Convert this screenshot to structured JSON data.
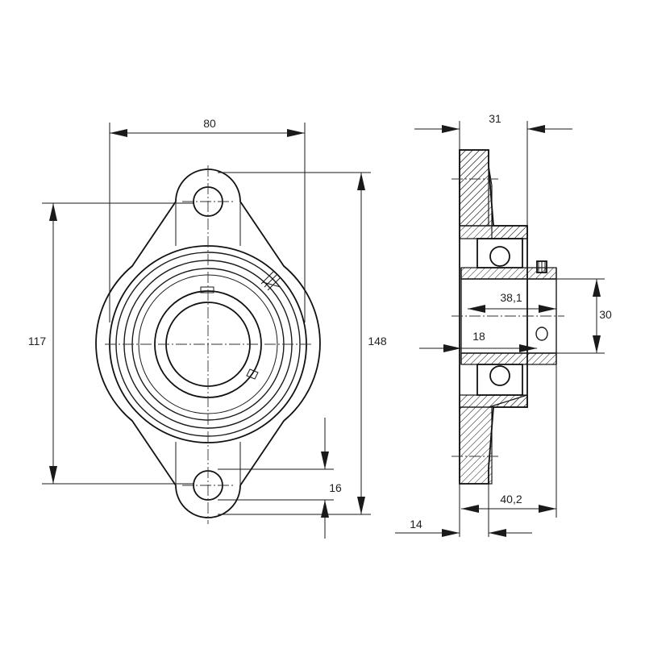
{
  "dimensions": {
    "front_width": "80",
    "bolt_spacing": "117",
    "overall_height": "148",
    "bolt_hole_dia": "16",
    "side_flange_to_back": "31",
    "insert_width": "38,1",
    "bore_dia": "30",
    "offset_18": "18",
    "overall_depth": "40,2",
    "flange_thickness": "14"
  }
}
